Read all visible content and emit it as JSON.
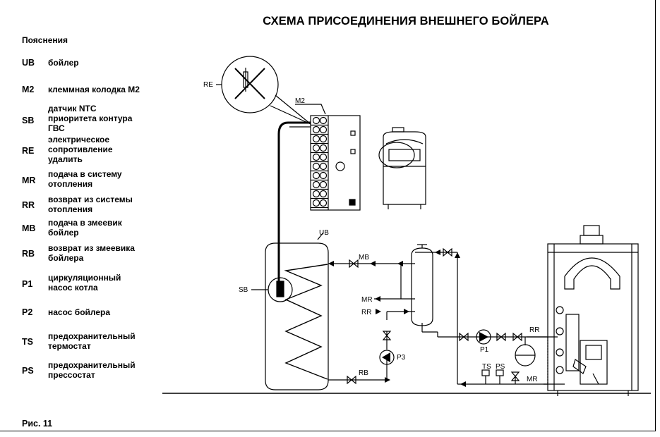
{
  "title": "СХЕМА ПРИСОЕДИНЕНИЯ ВНЕШНЕГО БОЙЛЕРА",
  "legend": {
    "heading": "Пояснения",
    "items": [
      {
        "code": "UB",
        "text": "бойлер"
      },
      {
        "code": "M2",
        "text": "клеммная колодка M2"
      },
      {
        "code": "SB",
        "text": "датчик NTC\nприоритета контура\nГВС"
      },
      {
        "code": "RE",
        "text": "электрическое\nсопротивление\nудалить"
      },
      {
        "code": "MR",
        "text": "подача в систему\nотопления"
      },
      {
        "code": "RR",
        "text": "возврат из системы\nотопления"
      },
      {
        "code": "MB",
        "text": "подача в змеевик\nбойлер"
      },
      {
        "code": "RB",
        "text": "возврат из змеевика\nбойлера"
      },
      {
        "code": "P1",
        "text": "циркуляционный\nнасос котла"
      },
      {
        "code": "P2",
        "text": "насос бойлера"
      },
      {
        "code": "TS",
        "text": "предохранительный\nтермостат"
      },
      {
        "code": "PS",
        "text": "предохранительный\nпрессостат"
      }
    ]
  },
  "figure_label": "Рис. 11",
  "diagram_labels": {
    "re": "RE",
    "m2": "M2",
    "ub": "UB",
    "sb": "SB",
    "mb": "MB",
    "mr_left": "MR",
    "rr_left": "RR",
    "rb": "RB",
    "p3": "P3",
    "p1": "P1",
    "ts": "TS",
    "ps": "PS",
    "rr_right": "RR",
    "mr_right": "MR"
  }
}
